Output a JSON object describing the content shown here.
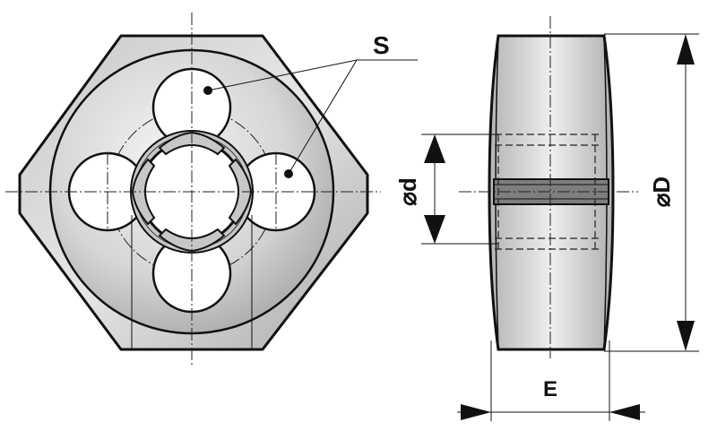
{
  "labels": {
    "s": "S",
    "d": "⌀d",
    "D": "⌀D",
    "e": "E"
  },
  "colors": {
    "body_light": "#f2f2f2",
    "body_dark": "#9a9a9a",
    "outline": "#111111",
    "bore": "#ffffff"
  }
}
